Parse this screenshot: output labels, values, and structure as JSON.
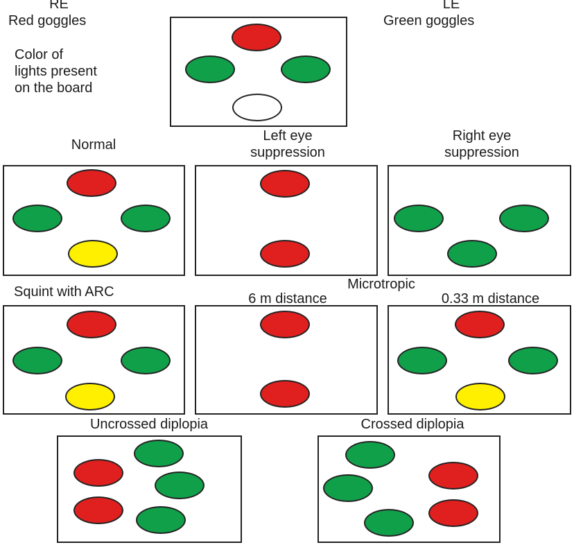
{
  "colors": {
    "red": "#e0201f",
    "green": "#11a04a",
    "yellow": "#fff000",
    "white": "#ffffff"
  },
  "labels": {
    "re": "RE",
    "re_goggles": "Red goggles",
    "le": "LE",
    "le_goggles": "Green goggles",
    "board_line1": "Color of",
    "board_line2": "lights present",
    "board_line3": "on the board",
    "normal": "Normal",
    "left_supp_1": "Left eye",
    "left_supp_2": "suppression",
    "right_supp_1": "Right eye",
    "right_supp_2": "suppression",
    "squint_arc": "Squint with ARC",
    "microtropic": "Microtropic",
    "dist_6m": "6 m distance",
    "dist_033m": "0.33 m distance",
    "uncrossed": "Uncrossed diplopia",
    "crossed": "Crossed diplopia"
  },
  "panels": [
    {
      "id": "board",
      "lights": [
        "red",
        "green",
        "green",
        "white"
      ]
    },
    {
      "id": "normal",
      "lights": [
        "red",
        "green",
        "green",
        "yellow"
      ]
    },
    {
      "id": "left-eye-suppression",
      "lights": [
        "red",
        "red"
      ]
    },
    {
      "id": "right-eye-suppression",
      "lights": [
        "green",
        "green",
        "green"
      ]
    },
    {
      "id": "squint-arc",
      "lights": [
        "red",
        "green",
        "green",
        "yellow"
      ]
    },
    {
      "id": "microtropic-6m",
      "lights": [
        "red",
        "red"
      ]
    },
    {
      "id": "microtropic-033m",
      "lights": [
        "red",
        "green",
        "green",
        "yellow"
      ]
    },
    {
      "id": "uncrossed-diplopia",
      "lights": [
        "green",
        "red",
        "green",
        "red",
        "green"
      ]
    },
    {
      "id": "crossed-diplopia",
      "lights": [
        "green",
        "green",
        "red",
        "red",
        "green"
      ]
    }
  ]
}
